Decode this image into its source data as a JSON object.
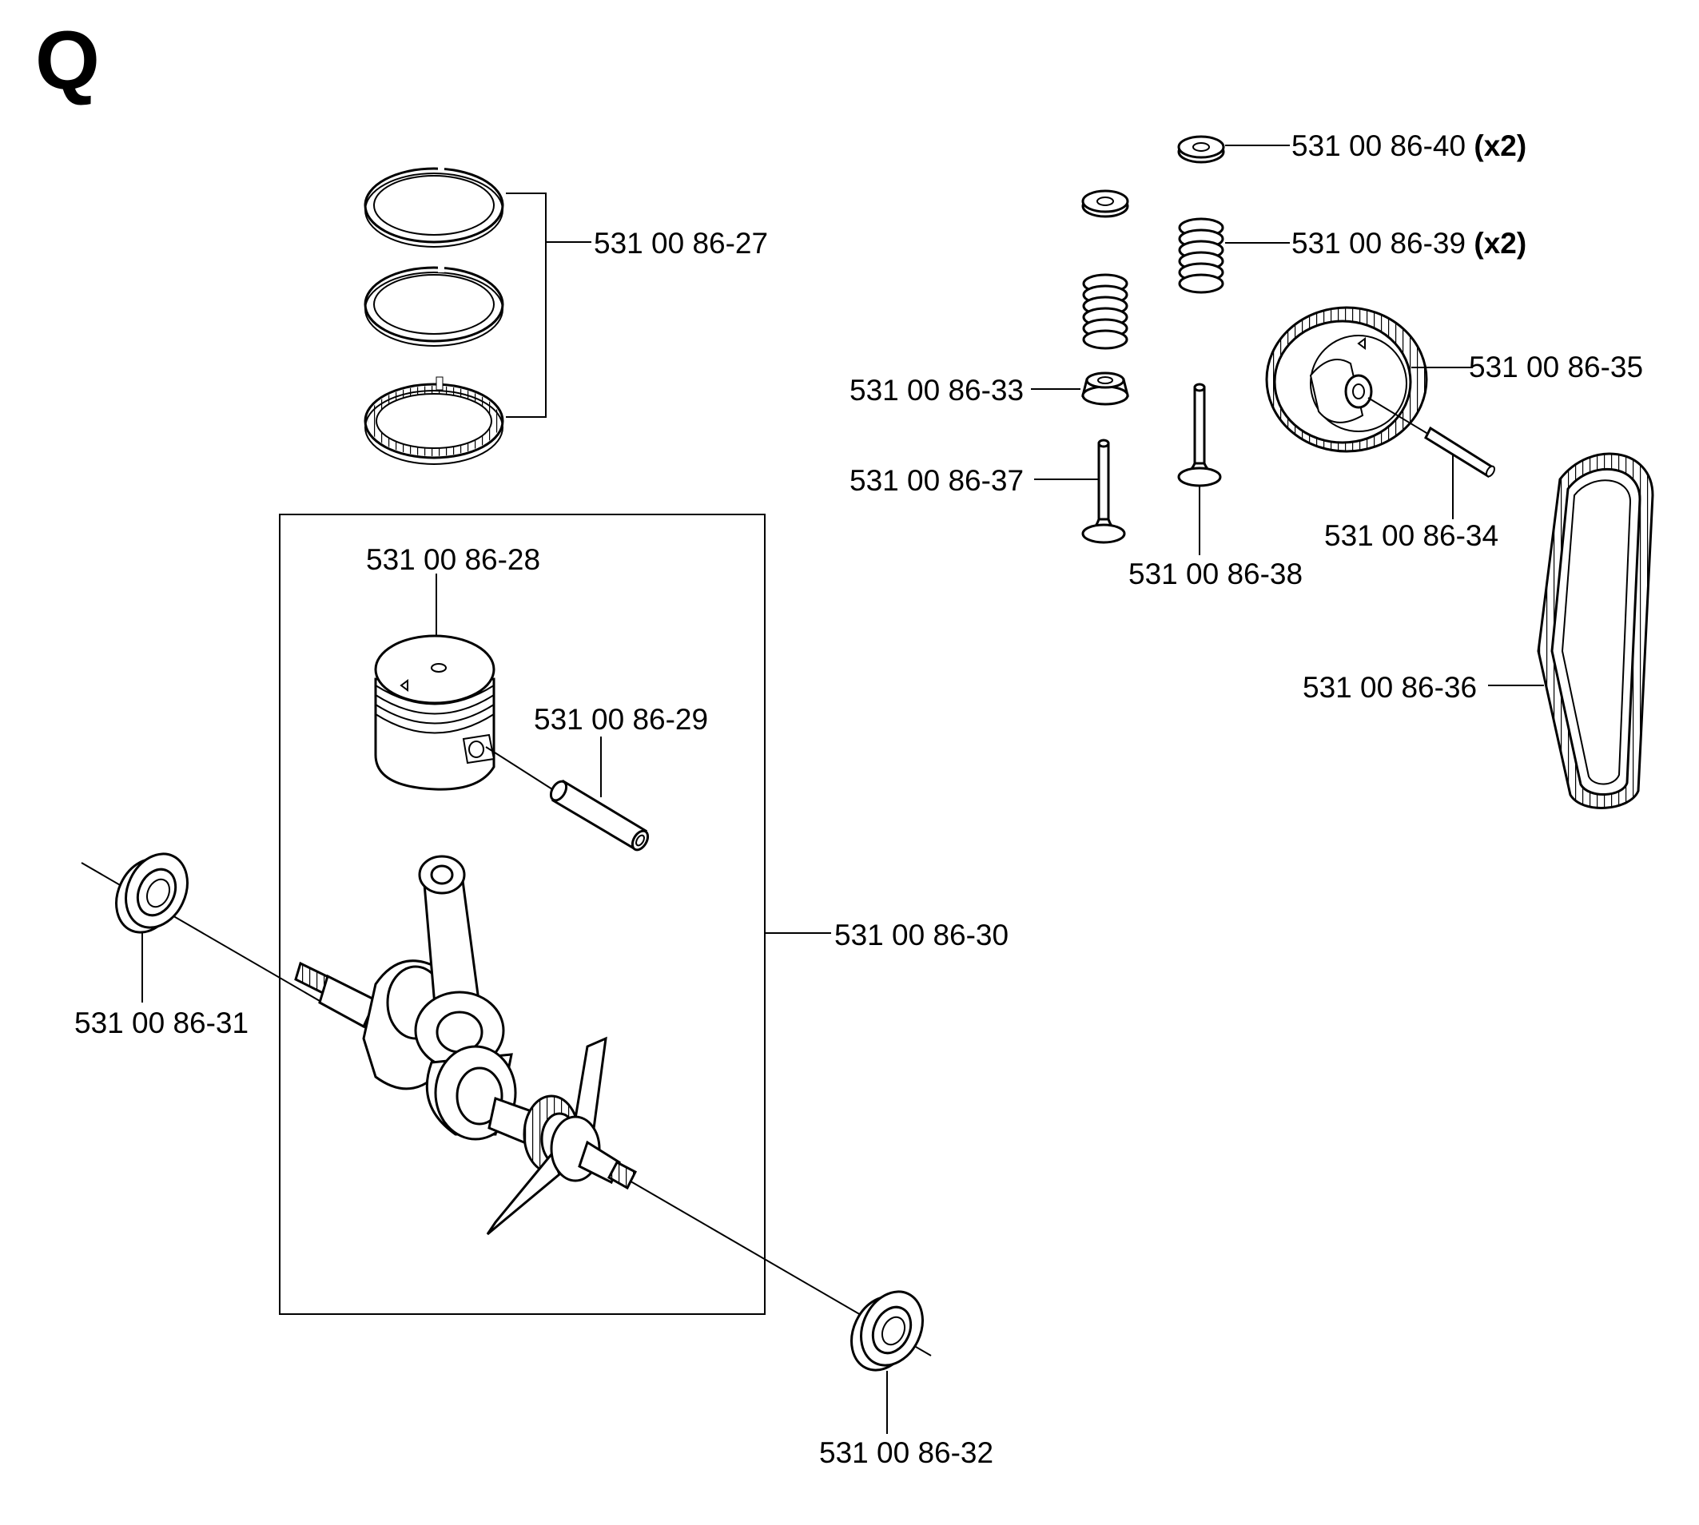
{
  "section_letter": "Q",
  "parts": {
    "p27": {
      "number": "531 00 86-27",
      "qty": ""
    },
    "p28": {
      "number": "531 00 86-28",
      "qty": ""
    },
    "p29": {
      "number": "531 00 86-29",
      "qty": ""
    },
    "p30": {
      "number": "531 00 86-30",
      "qty": ""
    },
    "p31": {
      "number": "531 00 86-31",
      "qty": ""
    },
    "p32": {
      "number": "531 00 86-32",
      "qty": ""
    },
    "p33": {
      "number": "531 00 86-33",
      "qty": ""
    },
    "p34": {
      "number": "531 00 86-34",
      "qty": ""
    },
    "p35": {
      "number": "531 00 86-35",
      "qty": ""
    },
    "p36": {
      "number": "531 00 86-36",
      "qty": ""
    },
    "p37": {
      "number": "531 00 86-37",
      "qty": ""
    },
    "p38": {
      "number": "531 00 86-38",
      "qty": ""
    },
    "p39": {
      "number": "531 00 86-39",
      "qty": "(x2)"
    },
    "p40": {
      "number": "531 00 86-40",
      "qty": "(x2)"
    }
  },
  "colors": {
    "line": "#000000",
    "fill": "#ffffff",
    "shade": "#d6d6d6"
  }
}
